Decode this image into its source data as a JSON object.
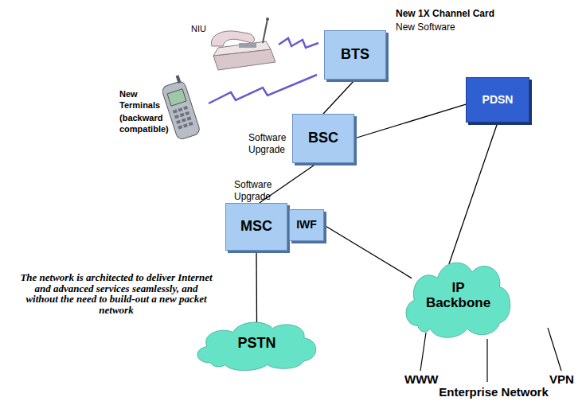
{
  "diagram": {
    "nodes": [
      {
        "text": [
          "BTS"
        ]
      },
      {
        "text": [
          "BSC"
        ]
      },
      {
        "text": [
          "PDSN"
        ]
      },
      {
        "text": [
          "MSC"
        ]
      },
      {
        "text": [
          "IWF"
        ]
      },
      {
        "text": [
          "PSTN"
        ]
      },
      {
        "text": [
          "IP Backbone"
        ]
      }
    ],
    "edges": [
      {
        "from": 0,
        "to": 1,
        "arrow": "none"
      },
      {
        "from": 1,
        "to": 2,
        "arrow": "none"
      },
      {
        "from": 1,
        "to": 3,
        "arrow": "none"
      },
      {
        "from": 3,
        "to": 5,
        "arrow": "none"
      },
      {
        "from": 4,
        "to": 6,
        "arrow": "none"
      },
      {
        "from": 2,
        "to": 6,
        "arrow": "none"
      }
    ],
    "labels": [
      "NIU",
      "New 1X Channel Card",
      "New Software",
      "New Terminals",
      "(backward compatible)",
      "Software Upgrade",
      "Software Upgrade",
      "The network is architected to deliver Internet and advanced services seamlessly, and without the need to build-out a new packet network",
      "WWW",
      "Enterprise Network",
      "VPN"
    ]
  }
}
